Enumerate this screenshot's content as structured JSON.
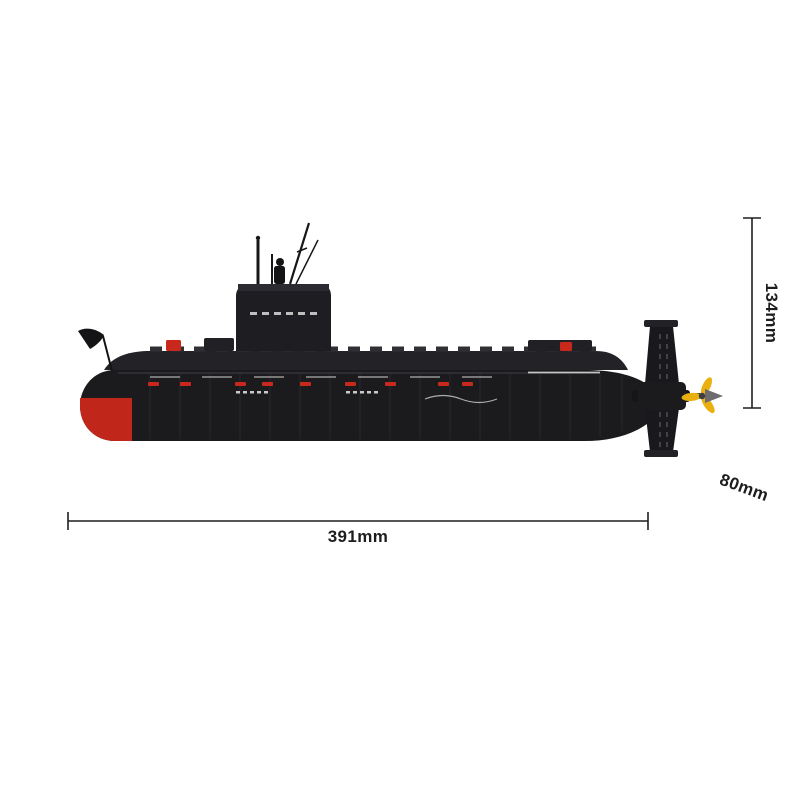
{
  "figure": {
    "subject": "Black brick-built submarine model with red bow tip, conning tower with antenna masts, and yellow stern propeller"
  },
  "dimension_labels": {
    "length": "391mm",
    "height": "134mm",
    "width": "80mm"
  },
  "colors": {
    "background": "#ffffff",
    "hull": "#1b1b1e",
    "deck": "#232327",
    "sail": "#1e1e22",
    "nose_red": "#c1261b",
    "accent_red": "#c9291d",
    "propeller_yellow": "#e9b00e",
    "cone_gray": "#6b6b70",
    "marking_white": "#e8e8e8",
    "dimension_line": "#1f1f1f",
    "label_text": "#1d1d1d"
  }
}
